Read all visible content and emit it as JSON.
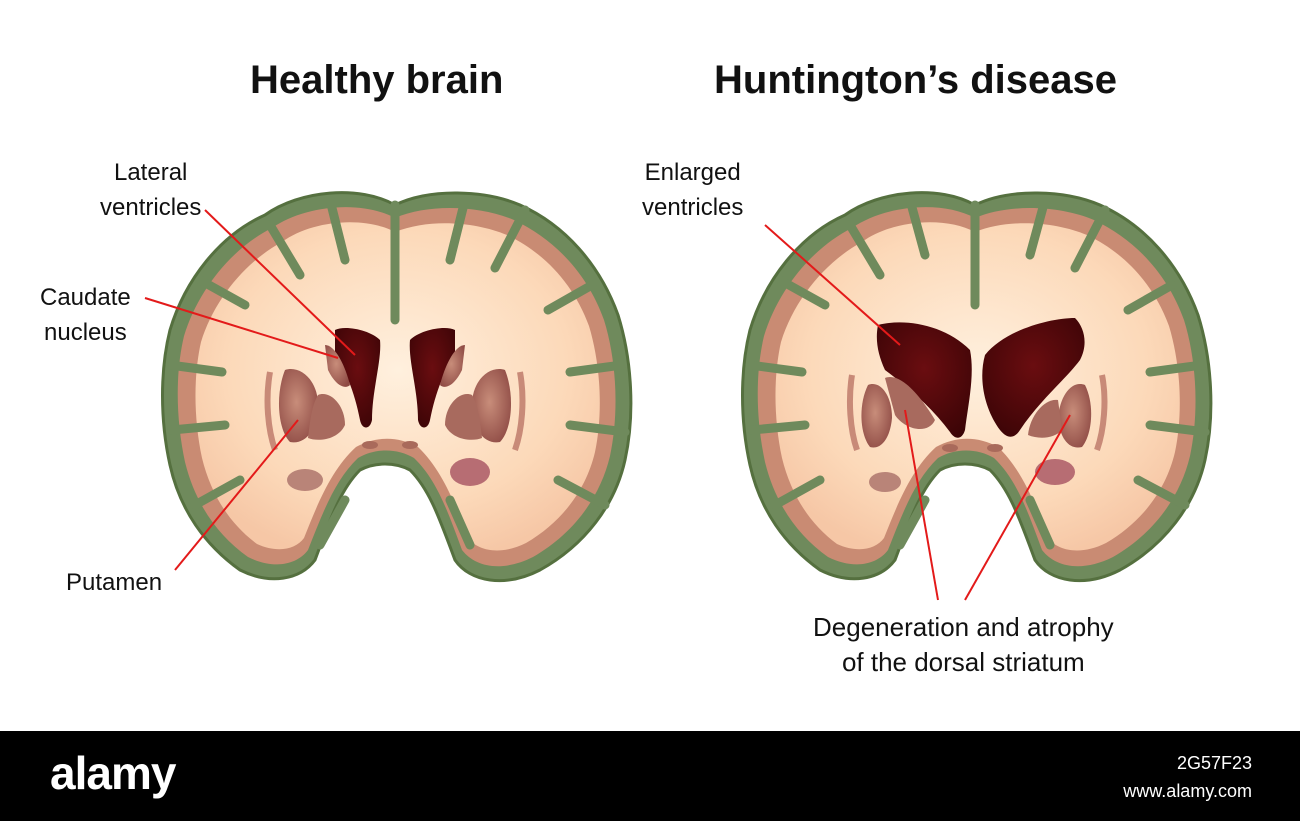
{
  "titles": {
    "left": "Healthy brain",
    "right": "Huntington’s disease"
  },
  "labels": {
    "lateral_ventricles": [
      "Lateral",
      "ventricles"
    ],
    "caudate_nucleus": [
      "Caudate",
      "nucleus"
    ],
    "putamen": "Putamen",
    "enlarged_ventricles": [
      "Enlarged",
      "ventricles"
    ],
    "degeneration": [
      "Degeneration and atrophy",
      "of the dorsal striatum"
    ]
  },
  "watermark": {
    "brand": "alamy",
    "image_id": "2G57F23",
    "url": "www.alamy.com"
  },
  "colors": {
    "cortex": "#6f8a5c",
    "cortex_inner": "#c98b73",
    "white_matter": "#fcd8b8",
    "ventricle": "#4a0608",
    "striatum": "#a25a52",
    "leader_line": "#e31a1a"
  }
}
